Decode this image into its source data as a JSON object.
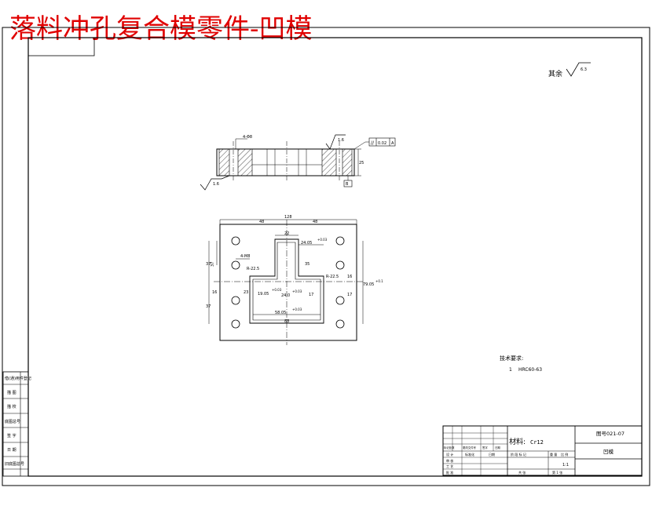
{
  "title": "落料冲孔复合模零件-凹模",
  "roughness": {
    "other_label": "其余",
    "other_value": "6.3",
    "seat_value": "1.6",
    "side_value": "1.6"
  },
  "section_view": {
    "hole_label": "4-Φ8",
    "height_dim": "25",
    "tolerance_value": "0.02",
    "datum_label": "A",
    "datum_box": "B"
  },
  "plan_view": {
    "width_dim": "128",
    "half_left": "48",
    "half_right": "48",
    "hole_label": "4-M8",
    "slot_top_width": "22",
    "slot_right_width": "24.05",
    "slot_right_tol": "+0.03",
    "left_vert_top": "37",
    "left_vert_mid": "37",
    "left_vert_small": "16",
    "left_vert_bottom": "37",
    "radius_left": "R-22.5",
    "radius_right": "R-22.5",
    "inner_vert": "35",
    "inner_small_left": "23",
    "inner_left_w": "19.05",
    "inner_left_tol": "+0.03",
    "inner_mid_w": "24.0",
    "inner_mid_tol": "+0.03",
    "inner_right_small": "17",
    "right_vert_top": "16",
    "right_vert_main": "79.05",
    "right_vert_tol": "+0.1",
    "right_vert_bottom": "17",
    "bottom_inner": "58.05",
    "bottom_inner_tol": "+0.03",
    "bottom_outer": "88"
  },
  "notes": {
    "heading": "技术要求:",
    "item1_num": "1",
    "item1_text": "HRC60-63"
  },
  "title_block": {
    "material_label": "材料:",
    "material_value": "Cr12",
    "drawing_no": "图号021-07",
    "part_name": "凹模",
    "scale": "1:1",
    "row_labels": [
      "标记处数",
      "更改文件号",
      "签字",
      "日期"
    ],
    "design_label": "设 计",
    "check_label": "审 核",
    "craft_label": "工 艺",
    "approve_label": "批 准",
    "std_label": "标准化",
    "date_label": "日期",
    "stage_label": "阶 段 标 记",
    "weight_label": "重 量",
    "ratio_label": "比 例",
    "total_label": "共 张",
    "sheet_label": "第 1 张"
  },
  "side_strip": [
    "借(通)用件登记",
    "描 图",
    "描 校",
    "底图总号",
    "签 字",
    "日 期",
    "旧底图总号"
  ]
}
